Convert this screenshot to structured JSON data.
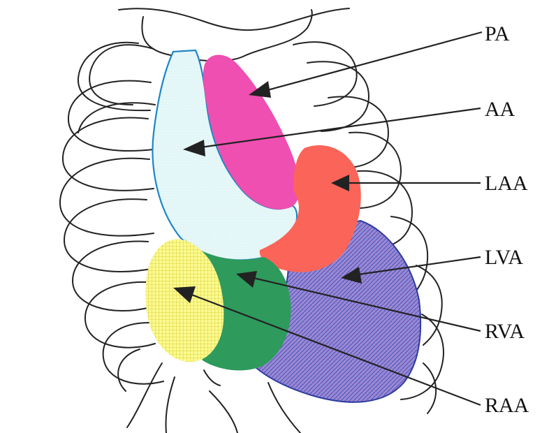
{
  "labels": {
    "pa": "PA",
    "aa": "AA",
    "laa": "LAA",
    "lva": "LVA",
    "rva": "RVA",
    "raa": "RAA"
  },
  "colors": {
    "pa": "#ee4fb0",
    "aa": "#e6f7f8",
    "aa_outline": "#1d86c6",
    "laa": "#fb6459",
    "lva": "#6f72c8",
    "lva_outline": "#2d3ca0",
    "rva": "#2e9a5c",
    "raa": "#f7f57c",
    "ink": "#222222"
  }
}
